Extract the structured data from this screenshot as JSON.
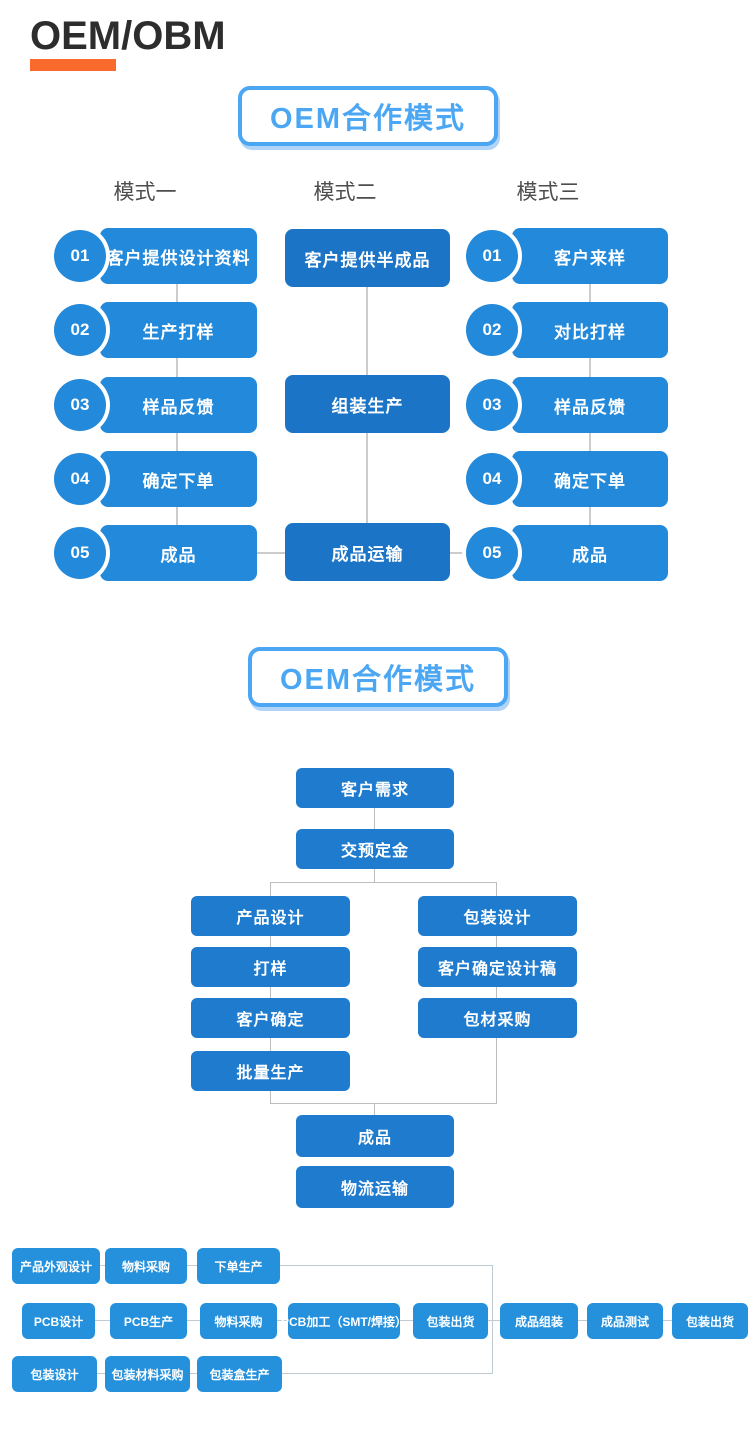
{
  "header": {
    "title": "OEM/OBM"
  },
  "section1": {
    "banner": "OEM合作模式",
    "columns": [
      {
        "label": "模式一",
        "steps": [
          {
            "num": "01",
            "text": "客户提供设计资料"
          },
          {
            "num": "02",
            "text": "生产打样"
          },
          {
            "num": "03",
            "text": "样品反馈"
          },
          {
            "num": "04",
            "text": "确定下单"
          },
          {
            "num": "05",
            "text": "成品"
          }
        ]
      },
      {
        "label": "模式二",
        "steps": [
          {
            "text": "客户提供半成品"
          },
          {
            "text": "组装生产"
          },
          {
            "text": "成品运输"
          }
        ]
      },
      {
        "label": "模式三",
        "steps": [
          {
            "num": "01",
            "text": "客户来样"
          },
          {
            "num": "02",
            "text": "对比打样"
          },
          {
            "num": "03",
            "text": "样品反馈"
          },
          {
            "num": "04",
            "text": "确定下单"
          },
          {
            "num": "05",
            "text": "成品"
          }
        ]
      }
    ]
  },
  "section2": {
    "banner": "OEM合作模式",
    "top_flow": [
      {
        "text": "客户需求"
      },
      {
        "text": "交预定金"
      }
    ],
    "left_branch": [
      {
        "text": "产品设计"
      },
      {
        "text": "打样"
      },
      {
        "text": "客户确定"
      },
      {
        "text": "批量生产"
      }
    ],
    "right_branch": [
      {
        "text": "包装设计"
      },
      {
        "text": "客户确定设计稿"
      },
      {
        "text": "包材采购"
      }
    ],
    "bottom_flow": [
      {
        "text": "成品"
      },
      {
        "text": "物流运输"
      }
    ]
  },
  "section3": {
    "row1": [
      {
        "text": "产品外观设计"
      },
      {
        "text": "物料采购"
      },
      {
        "text": "下单生产"
      }
    ],
    "row2": [
      {
        "text": "PCB设计"
      },
      {
        "text": "PCB生产"
      },
      {
        "text": "物料采购"
      },
      {
        "text": "PCB加工（SMT/焊接）"
      },
      {
        "text": "包装出货"
      },
      {
        "text": "成品组装"
      },
      {
        "text": "成品测试"
      },
      {
        "text": "包装出货"
      }
    ],
    "row3": [
      {
        "text": "包装设计"
      },
      {
        "text": "包装材料采购"
      },
      {
        "text": "包装盒生产"
      }
    ]
  },
  "colors": {
    "accent_orange": "#F96A2C",
    "step_blue": "#2389DA",
    "mid_blue": "#1B74C6",
    "flow_blue": "#1E7BCE",
    "small_blue": "#2591DC",
    "banner_blue": "#4BA7F3",
    "connector_gray": "#CCCCCC"
  }
}
